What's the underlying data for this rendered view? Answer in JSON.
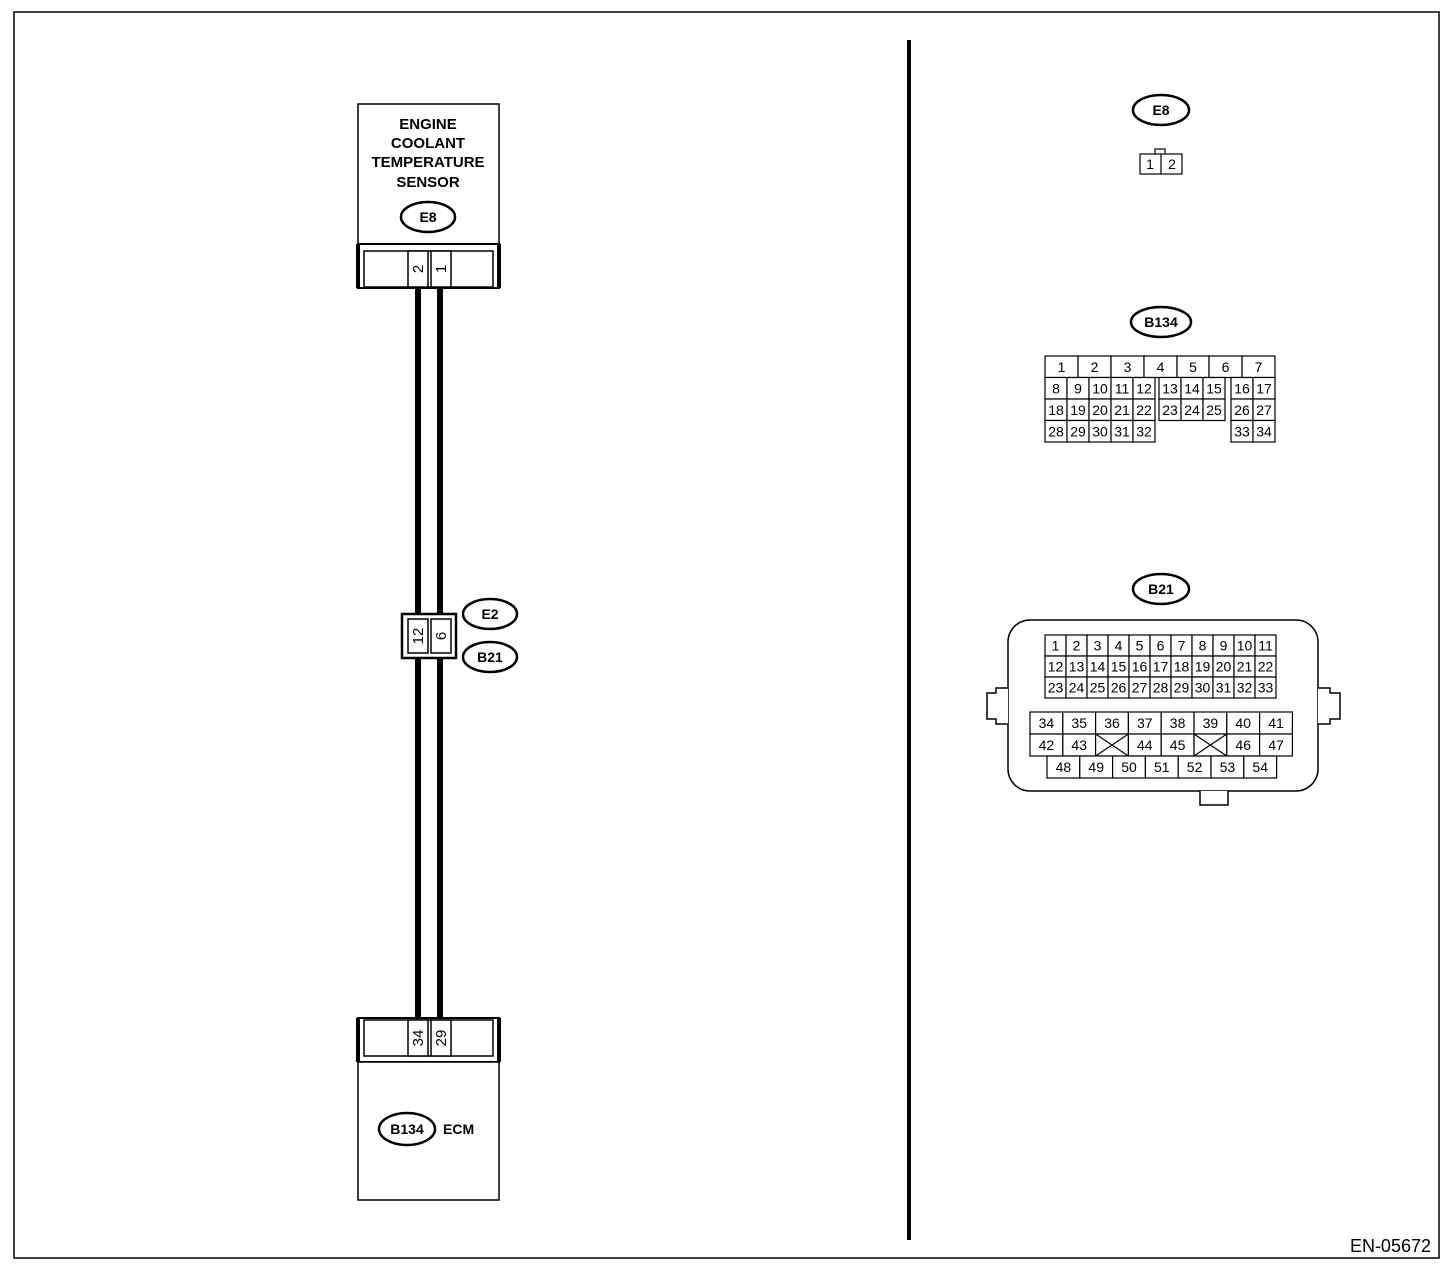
{
  "sensor": {
    "title_lines": [
      "ENGINE",
      "COOLANT",
      "TEMPERATURE",
      "SENSOR"
    ],
    "connector": "E8",
    "terminals": [
      "2",
      "1"
    ]
  },
  "junction": {
    "terminals": [
      "12",
      "6"
    ],
    "connector_a": "E2",
    "connector_b": "B21"
  },
  "ecm": {
    "connector": "B134",
    "label": "ECM",
    "terminals": [
      "34",
      "29"
    ]
  },
  "right_panel": {
    "e8": {
      "label": "E8",
      "pins": [
        "1",
        "2"
      ]
    },
    "b134": {
      "label": "B134",
      "rows": [
        [
          "1",
          "2",
          "3",
          "4",
          "5",
          "6",
          "7"
        ],
        [
          "8",
          "9",
          "10",
          "11",
          "12",
          "13",
          "14",
          "15",
          "16",
          "17"
        ],
        [
          "18",
          "19",
          "20",
          "21",
          "22",
          "23",
          "24",
          "25",
          "26",
          "27"
        ],
        [
          "28",
          "29",
          "30",
          "31",
          "32",
          "33",
          "34"
        ]
      ]
    },
    "b21": {
      "label": "B21",
      "rows": [
        [
          "1",
          "2",
          "3",
          "4",
          "5",
          "6",
          "7",
          "8",
          "9",
          "10",
          "11"
        ],
        [
          "12",
          "13",
          "14",
          "15",
          "16",
          "17",
          "18",
          "19",
          "20",
          "21",
          "22"
        ],
        [
          "23",
          "24",
          "25",
          "26",
          "27",
          "28",
          "29",
          "30",
          "31",
          "32",
          "33"
        ],
        [
          "34",
          "35",
          "36",
          "37",
          "38",
          "39",
          "40",
          "41"
        ],
        [
          "42",
          "43",
          "",
          "44",
          "45",
          "",
          "46",
          "47"
        ],
        [
          "48",
          "49",
          "50",
          "51",
          "52",
          "53",
          "54"
        ]
      ]
    }
  },
  "figure_id": "EN-05672",
  "colors": {
    "line": "#000000",
    "background": "#ffffff"
  }
}
